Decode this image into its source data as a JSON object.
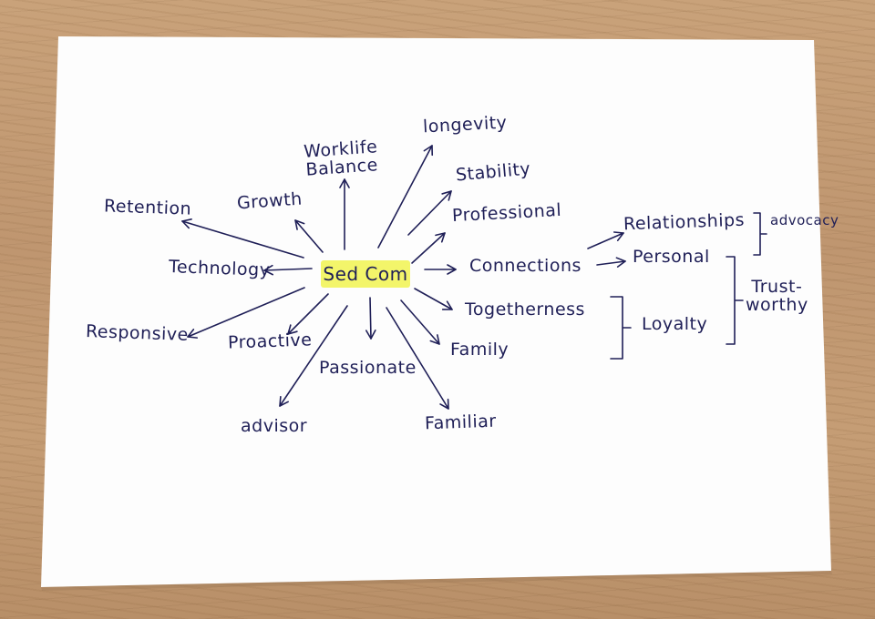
{
  "center": "Sed Com",
  "nodes": {
    "worklife_line1": "Worklife",
    "worklife_line2": "Balance",
    "longevity": "longevity",
    "stability": "Stability",
    "professional": "Professional",
    "connections": "Connections",
    "relationships": "Relationships",
    "personal": "Personal",
    "advocacy": "advocacy",
    "trustworthy_line1": "Trust-",
    "trustworthy_line2": "worthy",
    "togetherness": "Togetherness",
    "loyalty": "Loyalty",
    "family": "Family",
    "familiar": "Familiar",
    "passionate": "Passionate",
    "advisor": "advisor",
    "proactive": "Proactive",
    "responsive": "Responsive",
    "technology": "Technology",
    "retention": "Retention",
    "growth": "Growth"
  },
  "colors": {
    "ink": "#1f1f57",
    "highlight": "#f3f56a",
    "paper": "#ffffff",
    "wood": "#c59d75"
  }
}
